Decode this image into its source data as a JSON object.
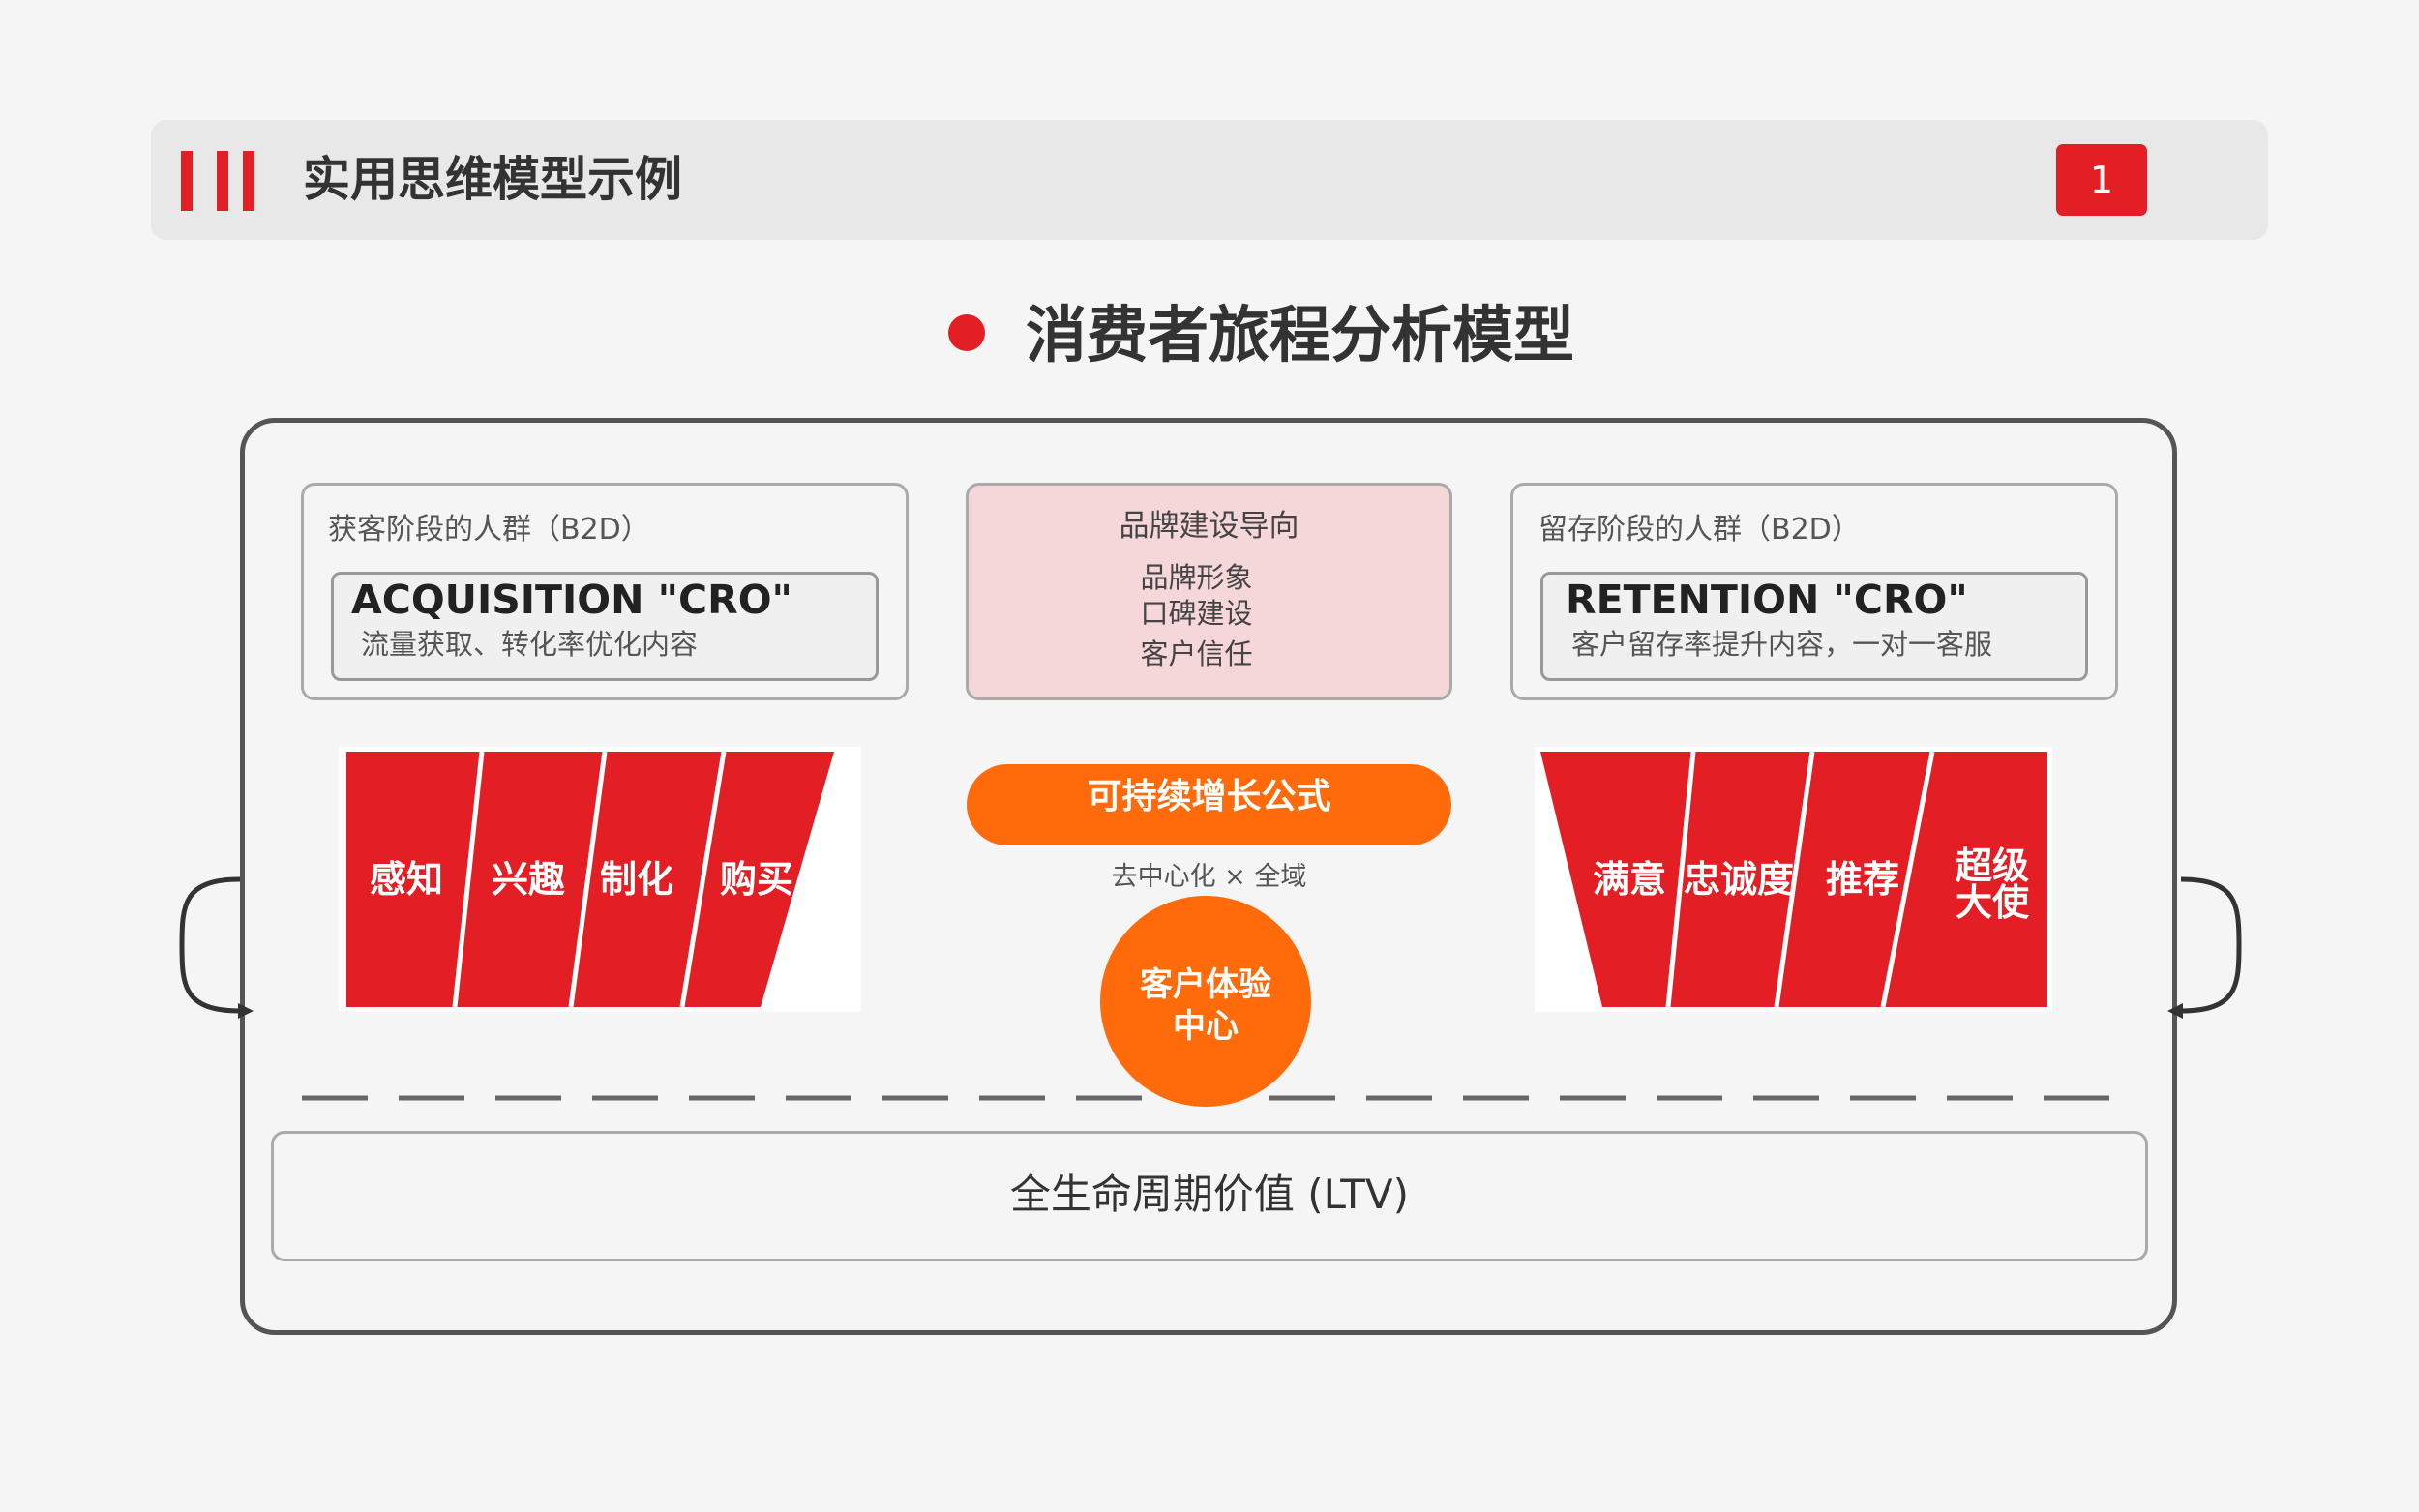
{
  "header": {
    "title": "实用思维模型示例",
    "page_number": "1"
  },
  "subtitle": "消费者旅程分析模型",
  "acquisition": {
    "group_title": "获客阶段的人群（B2D）",
    "heading": "ACQUISITION \"CRO\"",
    "description": "流量获取、转化率优化内容",
    "stages": [
      "感知",
      "兴趣",
      "制化",
      "购买"
    ]
  },
  "brand": {
    "title": "品牌建设导向",
    "items": [
      "品牌形象",
      "口碑建设",
      "客户信任"
    ]
  },
  "retention": {
    "group_title": "留存阶段的人群（B2D）",
    "heading": "RETENTION \"CRO\"",
    "description": "客户留存率提升内容，一对一客服",
    "stages": [
      "满意",
      "忠诚度",
      "推荐"
    ],
    "final_stage_line1": "超级",
    "final_stage_line2": "大使"
  },
  "center": {
    "formula": "可持续增长公式",
    "caption": "去中心化 × 全域",
    "circle_line1": "客户体验",
    "circle_line2": "中心"
  },
  "ltv_label": "全生命周期价值 (LTV)",
  "colors": {
    "accent_red": "#e31e25",
    "accent_orange": "#ff6a0a",
    "brand_pink": "#f5d6d9"
  }
}
